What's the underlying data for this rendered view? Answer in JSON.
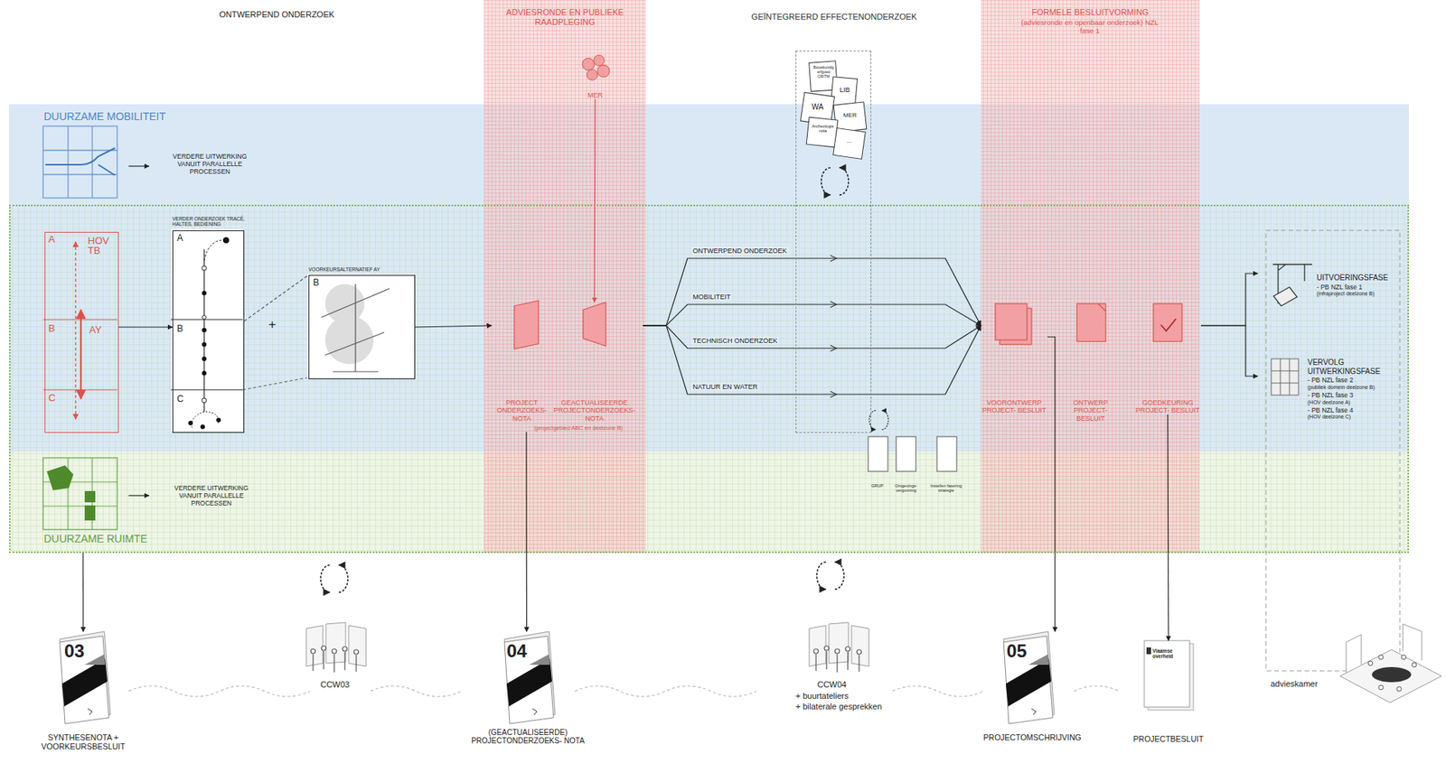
{
  "diagram": {
    "nodes": [
      {
        "text": [
          "DUURZAME MOBILITEIT"
        ]
      },
      {
        "text": [
          "VERDERE UITWERKING VANUIT PARALLELLE PROCESSEN"
        ],
        "in": 0
      },
      {
        "text": [
          "DUURZAME RUIMTE"
        ]
      },
      {
        "text": [
          "A",
          "HOV TB",
          "B",
          "AY",
          "C"
        ],
        "in": 2
      },
      {
        "text": [
          "VERDER ONDERZOEK TRACÉ, HALTES, BEDIENING",
          "A",
          "B",
          "C"
        ],
        "in": 2
      },
      {
        "text": [
          "VOORKEURSALTERNATIEF AY",
          "B"
        ],
        "in": 2
      },
      {
        "text": [
          "VERDERE UITWERKING VANUIT PARALLELLE PROCESSEN"
        ],
        "in": 2
      },
      {
        "text": [
          "ADVIESRONDE EN PUBLIEKE RAADPLEGING"
        ]
      },
      {
        "text": [
          "MER"
        ],
        "in": 7
      },
      {
        "text": [
          "PROJECT ONDERZOEKS- NOTA"
        ],
        "in": 7
      },
      {
        "text": [
          "GEACTUALISEERDE PROJECTONDERZOEKS- NOTA",
          "(projectgebied ABC en deelzone B)"
        ],
        "in": 7
      },
      {
        "text": [
          "GEÏNTEGREERD EFFECTENONDERZOEK"
        ]
      },
      {
        "text": [
          "FORMELE BESLUITVORMING",
          "(adviesronde en openbaar onderzoek) NZL fase 1"
        ]
      },
      {
        "text": [
          "VOORONTWERP PROJECT- BESLUIT"
        ],
        "in": 12
      },
      {
        "text": [
          "ONTWERP PROJECT- BESLUIT"
        ],
        "in": 12
      },
      {
        "text": [
          "GOEDKEURING PROJECT- BESLUIT"
        ],
        "in": 12
      },
      {
        "text": [
          "UITVOERINGSFASE",
          "- PB NZL fase 1",
          "(infraproject deelzone B)"
        ]
      },
      {
        "text": [
          "VERVOLG UITWERKINGSFASE",
          "- PB NZL fase 2",
          "(publiek domein deelzone B)",
          "- PB NZL fase 3",
          "(HOV deelzone A)",
          "- PB NZL fase 4",
          "(HOV deelzone C)"
        ]
      },
      {
        "text": [
          "03",
          "SYNTHESENOTA + VOORKEURSBESLUIT"
        ]
      },
      {
        "text": [
          "CCW03"
        ]
      },
      {
        "text": [
          "04",
          "(GEACTUALISEERDE) PROJECTONDERZOEKS- NOTA"
        ]
      },
      {
        "text": [
          "CCW04",
          "+ buurtateliers",
          "+ bilaterale gesprekken"
        ]
      },
      {
        "text": [
          "05",
          "PROJECTOMSCHRIJVING"
        ]
      },
      {
        "text": [
          "Vlaamse overheid",
          "PROJECTBESLUIT"
        ]
      },
      {
        "text": [
          "advieskamer"
        ]
      }
    ],
    "edges": [
      {
        "from": 3,
        "to": 4,
        "arrow": "to"
      },
      {
        "from": 4,
        "to": 5,
        "arrow": "none"
      },
      {
        "from": 5,
        "to": 9,
        "arrow": "to"
      },
      {
        "from": 8,
        "to": 10,
        "arrow": "to"
      },
      {
        "from": 10,
        "to": 13,
        "arrow": "to",
        "label": "ONTWERPEND ONDERZOEK"
      },
      {
        "from": 10,
        "to": 13,
        "arrow": "to",
        "label": "MOBILITEIT"
      },
      {
        "from": 10,
        "to": 13,
        "arrow": "to",
        "label": "TECHNISCH ONDERZOEK"
      },
      {
        "from": 10,
        "to": 13,
        "arrow": "to",
        "label": "NATUUR EN WATER"
      },
      {
        "from": 10,
        "to": 20,
        "arrow": "to"
      },
      {
        "from": 13,
        "to": 22,
        "arrow": "to"
      },
      {
        "from": 15,
        "to": 23,
        "arrow": "to"
      },
      {
        "from": 15,
        "to": 16,
        "arrow": "to"
      },
      {
        "from": 15,
        "to": 17,
        "arrow": "to"
      },
      {
        "from": 2,
        "to": 18,
        "arrow": "to"
      }
    ],
    "labels": [
      "ONTWERPEND ONDERZOEK",
      "+",
      "Bouwkundig erfgoed CRITM",
      "LIB",
      "WA",
      "MER",
      "Archeologie nota",
      "...",
      "GRUP",
      "Omgevings- vergunning",
      "Instellen fasering strategie"
    ]
  }
}
